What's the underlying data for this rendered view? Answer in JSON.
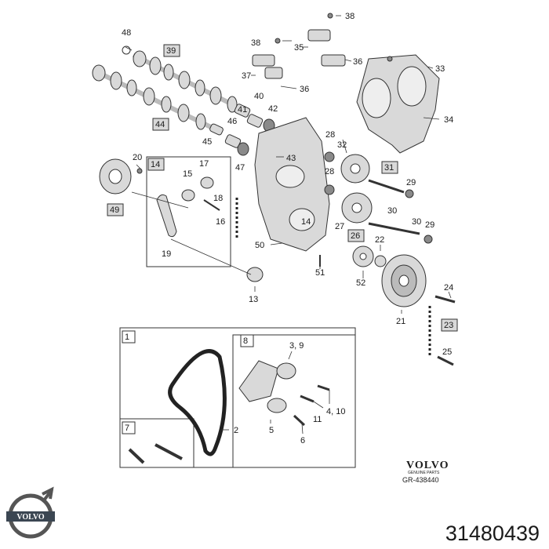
{
  "callouts": [
    {
      "id": "c48",
      "text": "48"
    },
    {
      "id": "c39",
      "text": "39",
      "boxed": true
    },
    {
      "id": "c44",
      "text": "44",
      "boxed": true
    },
    {
      "id": "c38a",
      "text": "38"
    },
    {
      "id": "c38b",
      "text": "38"
    },
    {
      "id": "c35",
      "text": "35"
    },
    {
      "id": "c36a",
      "text": "36"
    },
    {
      "id": "c36b",
      "text": "36"
    },
    {
      "id": "c37",
      "text": "37"
    },
    {
      "id": "c40",
      "text": "40"
    },
    {
      "id": "c41",
      "text": "41"
    },
    {
      "id": "c42",
      "text": "42"
    },
    {
      "id": "c33",
      "text": "33"
    },
    {
      "id": "c34",
      "text": "34"
    },
    {
      "id": "c46",
      "text": "46"
    },
    {
      "id": "c45",
      "text": "45"
    },
    {
      "id": "c43",
      "text": "43"
    },
    {
      "id": "c47",
      "text": "47"
    },
    {
      "id": "c28a",
      "text": "28"
    },
    {
      "id": "c32",
      "text": "32"
    },
    {
      "id": "c28b",
      "text": "28"
    },
    {
      "id": "c31",
      "text": "31",
      "boxed": true
    },
    {
      "id": "c20",
      "text": "20"
    },
    {
      "id": "c14",
      "text": "14",
      "boxed": true
    },
    {
      "id": "c17",
      "text": "17"
    },
    {
      "id": "c15",
      "text": "15"
    },
    {
      "id": "c18",
      "text": "18"
    },
    {
      "id": "c16",
      "text": "16"
    },
    {
      "id": "c49",
      "text": "49",
      "boxed": true
    },
    {
      "id": "c19",
      "text": "19"
    },
    {
      "id": "c14b",
      "text": "14"
    },
    {
      "id": "c29a",
      "text": "29"
    },
    {
      "id": "c30a",
      "text": "30"
    },
    {
      "id": "c27",
      "text": "27"
    },
    {
      "id": "c30b",
      "text": "30"
    },
    {
      "id": "c29b",
      "text": "29"
    },
    {
      "id": "c26",
      "text": "26",
      "boxed": true
    },
    {
      "id": "c22",
      "text": "22"
    },
    {
      "id": "c50",
      "text": "50"
    },
    {
      "id": "c51",
      "text": "51"
    },
    {
      "id": "c52",
      "text": "52"
    },
    {
      "id": "c13",
      "text": "13"
    },
    {
      "id": "c24",
      "text": "24"
    },
    {
      "id": "c21",
      "text": "21"
    },
    {
      "id": "c23",
      "text": "23",
      "boxed": true
    },
    {
      "id": "c25",
      "text": "25"
    },
    {
      "id": "c1",
      "text": "1",
      "boxed": true
    },
    {
      "id": "c8",
      "text": "8",
      "boxed": true
    },
    {
      "id": "c39b",
      "text": "3, 9"
    },
    {
      "id": "c410",
      "text": "4, 10"
    },
    {
      "id": "c11",
      "text": "11"
    },
    {
      "id": "c2",
      "text": "2"
    },
    {
      "id": "c5",
      "text": "5"
    },
    {
      "id": "c6",
      "text": "6"
    },
    {
      "id": "c7",
      "text": "7",
      "boxed": true
    }
  ],
  "branding": {
    "wordmark": "VOLVO",
    "subtitle": "GENUINE PARTS",
    "reference": "GR-438440",
    "logo_text": "VOLVO"
  },
  "part_number": "31480439"
}
